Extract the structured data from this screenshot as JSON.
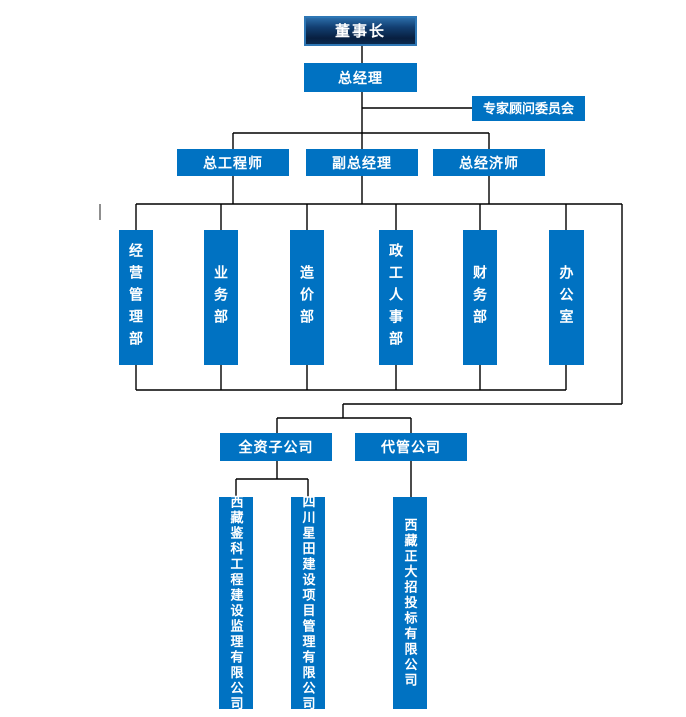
{
  "diagram": {
    "type": "organization-chart",
    "colors": {
      "node_fill": "#0072c2",
      "root_border": "#2e77b5",
      "root_gradient_top": "#2a6ca8",
      "root_gradient_bottom": "#081f40",
      "connector_line": "#000000",
      "node_text": "#ffffff",
      "stray_mark": "#8f8f8f"
    },
    "nodes": {
      "chairman": "董事长",
      "general_manager": "总经理",
      "expert_advisory_committee": "专家顾问委员会",
      "chief_engineer": "总工程师",
      "deputy_general_manager": "副总经理",
      "chief_economist": "总经济师",
      "departments": [
        "经营管理部",
        "业务部",
        "造价部",
        "政工人事部",
        "财务部",
        "办公室"
      ],
      "wholly_owned_subsidiaries": "全资子公司",
      "managed_companies": "代管公司",
      "companies": [
        "西藏鉴科工程建设监理有限公司",
        "四川星田建设项目管理有限公司",
        "西藏正大招投标有限公司"
      ]
    }
  }
}
